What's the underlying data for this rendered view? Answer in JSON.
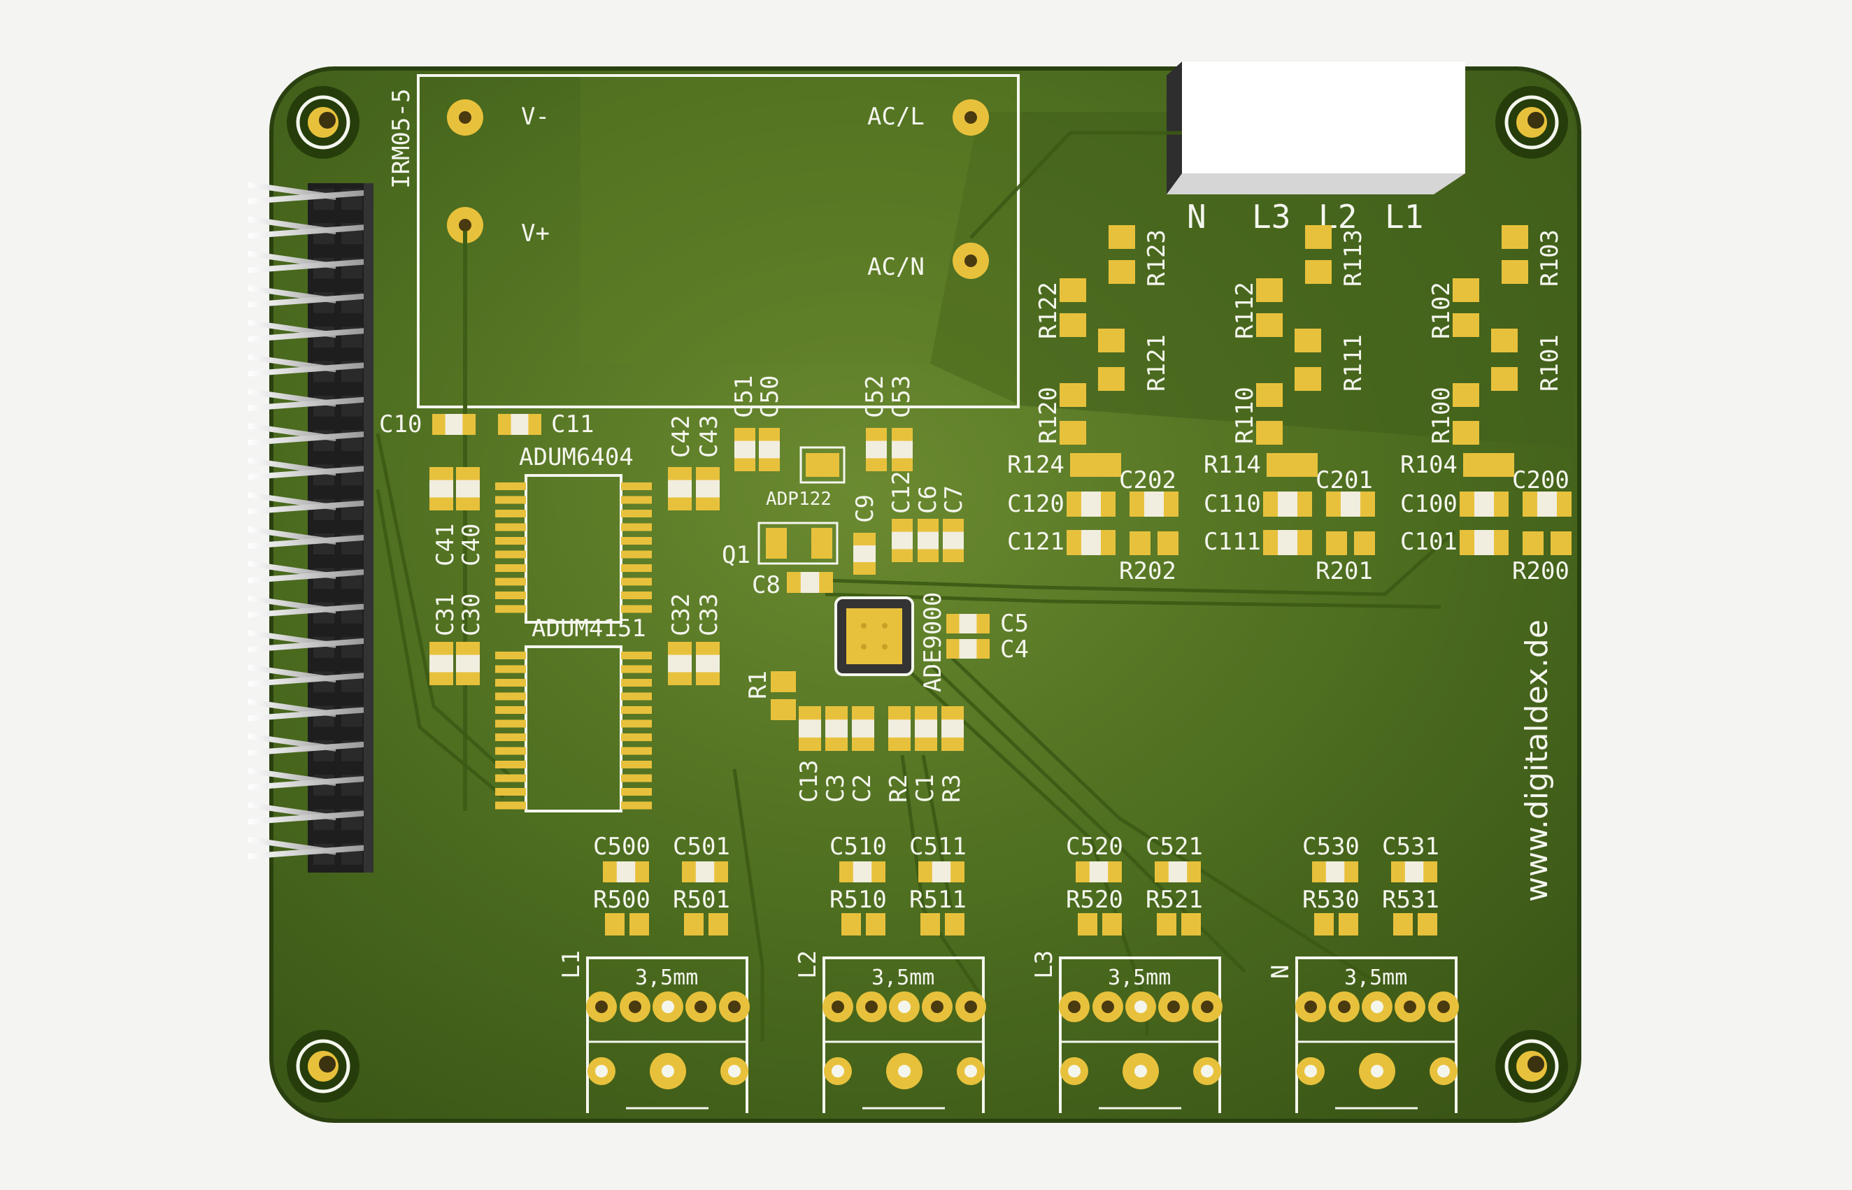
{
  "board": {
    "website": "www.digitaldex.de",
    "colors": {
      "pcb": "#4a6a1e",
      "pcb_dark": "#3a5716",
      "copper_pad": "#e8c13c",
      "silkscreen": "#f4f6ee",
      "edge": "#2a4010"
    }
  },
  "power_module": {
    "name": "IRM05-5",
    "pins": [
      "V-",
      "V+",
      "AC/L",
      "AC/N"
    ]
  },
  "phase_labels": [
    "N",
    "L3",
    "L2",
    "L1"
  ],
  "resistors_top": [
    "R123",
    "R122",
    "R121",
    "R120",
    "R124",
    "R113",
    "R112",
    "R111",
    "R110",
    "R114",
    "R103",
    "R102",
    "R101",
    "R100",
    "R104"
  ],
  "filter_parts": [
    "C202",
    "C120",
    "C121",
    "R202",
    "C201",
    "C110",
    "C111",
    "R201",
    "C200",
    "C100",
    "C101",
    "R200"
  ],
  "chips": {
    "isolator1": "ADUM6404",
    "isolator2": "ADUM4151",
    "regulator": "ADP122",
    "adc": "ADE9000"
  },
  "caps_left": [
    "C10",
    "C11",
    "C42",
    "C43",
    "C41",
    "C40",
    "C31",
    "C30",
    "C32",
    "C33"
  ],
  "caps_center": [
    "C51",
    "C50",
    "C52",
    "C53",
    "C9",
    "C12",
    "C6",
    "C7",
    "Q1",
    "C8",
    "C5",
    "C4",
    "R1"
  ],
  "bottom_center": [
    "C13",
    "C3",
    "C2",
    "R2",
    "C1",
    "R3"
  ],
  "ct_inputs": [
    {
      "label": "L1",
      "jack": "3,5mm",
      "caps": [
        "C500",
        "C501"
      ],
      "res": [
        "R500",
        "R501"
      ]
    },
    {
      "label": "L2",
      "jack": "3,5mm",
      "caps": [
        "C510",
        "C511"
      ],
      "res": [
        "R510",
        "R511"
      ]
    },
    {
      "label": "L3",
      "jack": "3,5mm",
      "caps": [
        "C520",
        "C521"
      ],
      "res": [
        "R520",
        "R521"
      ]
    },
    {
      "label": "N",
      "jack": "3,5mm",
      "caps": [
        "C530",
        "C531"
      ],
      "res": [
        "R530",
        "R531"
      ]
    }
  ]
}
